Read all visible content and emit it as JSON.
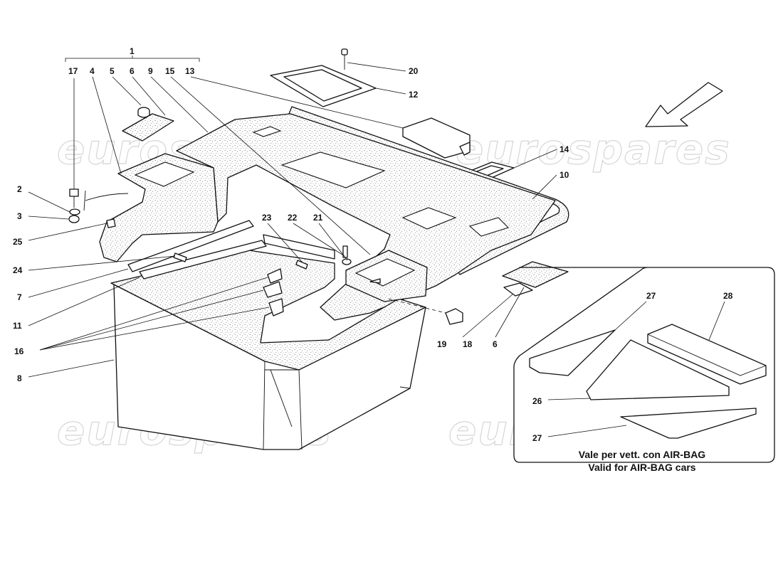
{
  "watermarks": [
    "eurospares",
    "eurospares",
    "eurospares",
    "eurospares"
  ],
  "callouts": {
    "c1": "1",
    "c17": "17",
    "c4": "4",
    "c5": "5",
    "c6a": "6",
    "c9": "9",
    "c15": "15",
    "c13": "13",
    "c20": "20",
    "c12": "12",
    "c14": "14",
    "c10": "10",
    "c2": "2",
    "c3": "3",
    "c25": "25",
    "c24": "24",
    "c7": "7",
    "c11": "11",
    "c16": "16",
    "c8": "8",
    "c23": "23",
    "c22": "22",
    "c21": "21",
    "c19": "19",
    "c18": "18",
    "c6b": "6",
    "c27a": "27",
    "c28": "28",
    "c26": "26",
    "c27b": "27"
  },
  "airbag_note": {
    "line1": "Vale per vett. con AIR-BAG",
    "line2": "Valid for AIR-BAG cars"
  },
  "direction_icon": "arrow-front-indicator"
}
